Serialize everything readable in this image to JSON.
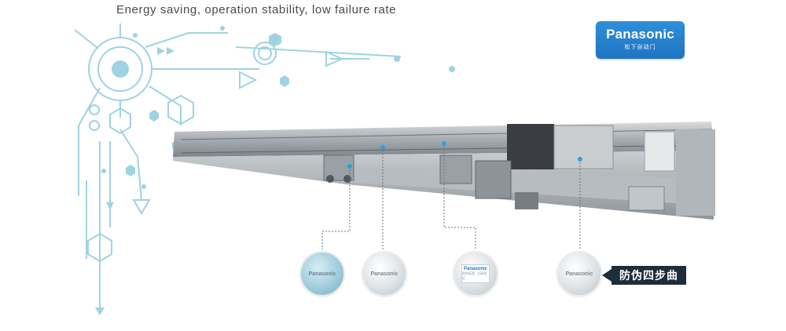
{
  "headline": "Energy saving, operation stability, low failure rate",
  "logo": {
    "brand": "Panasonic",
    "sub": "松下自动门"
  },
  "badges": [
    {
      "text": "Panasonic"
    },
    {
      "text": "Panasonic"
    },
    {
      "text": "Panasonic",
      "mini": "防伪标签 · 扫码验证"
    },
    {
      "text": "Panasonic"
    }
  ],
  "tag": {
    "text": "防伪四步曲"
  },
  "colors": {
    "circuit": "#9fd3e2",
    "brand": "#1f74c2",
    "tag": "#1d2d3a"
  }
}
